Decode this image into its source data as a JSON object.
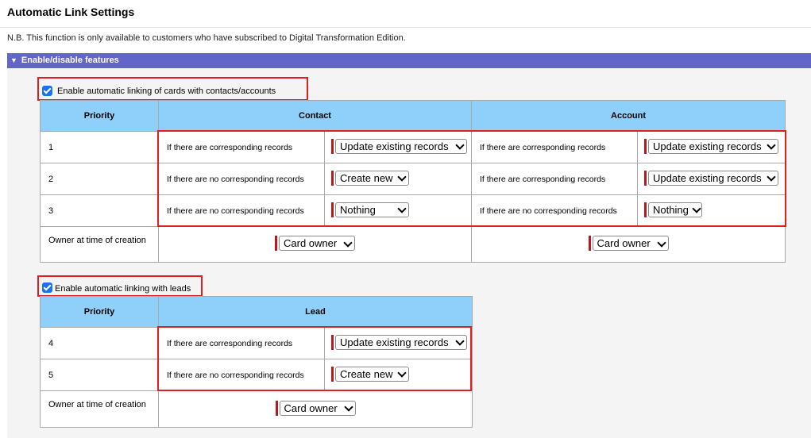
{
  "page": {
    "title": "Automatic Link Settings",
    "note": "N.B. This function is only available to customers who have subscribed to Digital Transformation Edition.",
    "section_title": "Enable/disable features"
  },
  "contact_account": {
    "checkbox_label": "Enable automatic linking of cards with contacts/accounts",
    "checked": true,
    "headers": {
      "priority": "Priority",
      "contact": "Contact",
      "account": "Account"
    },
    "rows": [
      {
        "priority": "1",
        "contact_condition": "If there are corresponding records",
        "contact_action": "Update existing records",
        "account_condition": "If there are corresponding records",
        "account_action": "Update existing records"
      },
      {
        "priority": "2",
        "contact_condition": "If there are no corresponding records",
        "contact_action": "Create new",
        "account_condition": "If there are corresponding records",
        "account_action": "Update existing records"
      },
      {
        "priority": "3",
        "contact_condition": "If there are no corresponding records",
        "contact_action": "Nothing",
        "account_condition": "If there are no corresponding records",
        "account_action": "Nothing"
      }
    ],
    "owner_label": "Owner at time of creation",
    "contact_owner": "Card owner",
    "account_owner": "Card owner"
  },
  "leads": {
    "checkbox_label": "Enable automatic linking with leads",
    "checked": true,
    "headers": {
      "priority": "Priority",
      "lead": "Lead"
    },
    "rows": [
      {
        "priority": "4",
        "condition": "If there are corresponding records",
        "action": "Update existing records"
      },
      {
        "priority": "5",
        "condition": "If there are no corresponding records",
        "action": "Create new"
      }
    ],
    "owner_label": "Owner at time of creation",
    "lead_owner": "Card owner"
  },
  "colors": {
    "section_bar": "#6266c9",
    "table_header": "#8fd0fb",
    "highlight": "#e02020",
    "required_marker": "#c0161b",
    "checkbox": "#1a73e8"
  },
  "icons": {
    "section_toggle": "triangle-down-icon",
    "dropdown": "chevron-down-icon",
    "checkbox": "checkmark-icon"
  }
}
